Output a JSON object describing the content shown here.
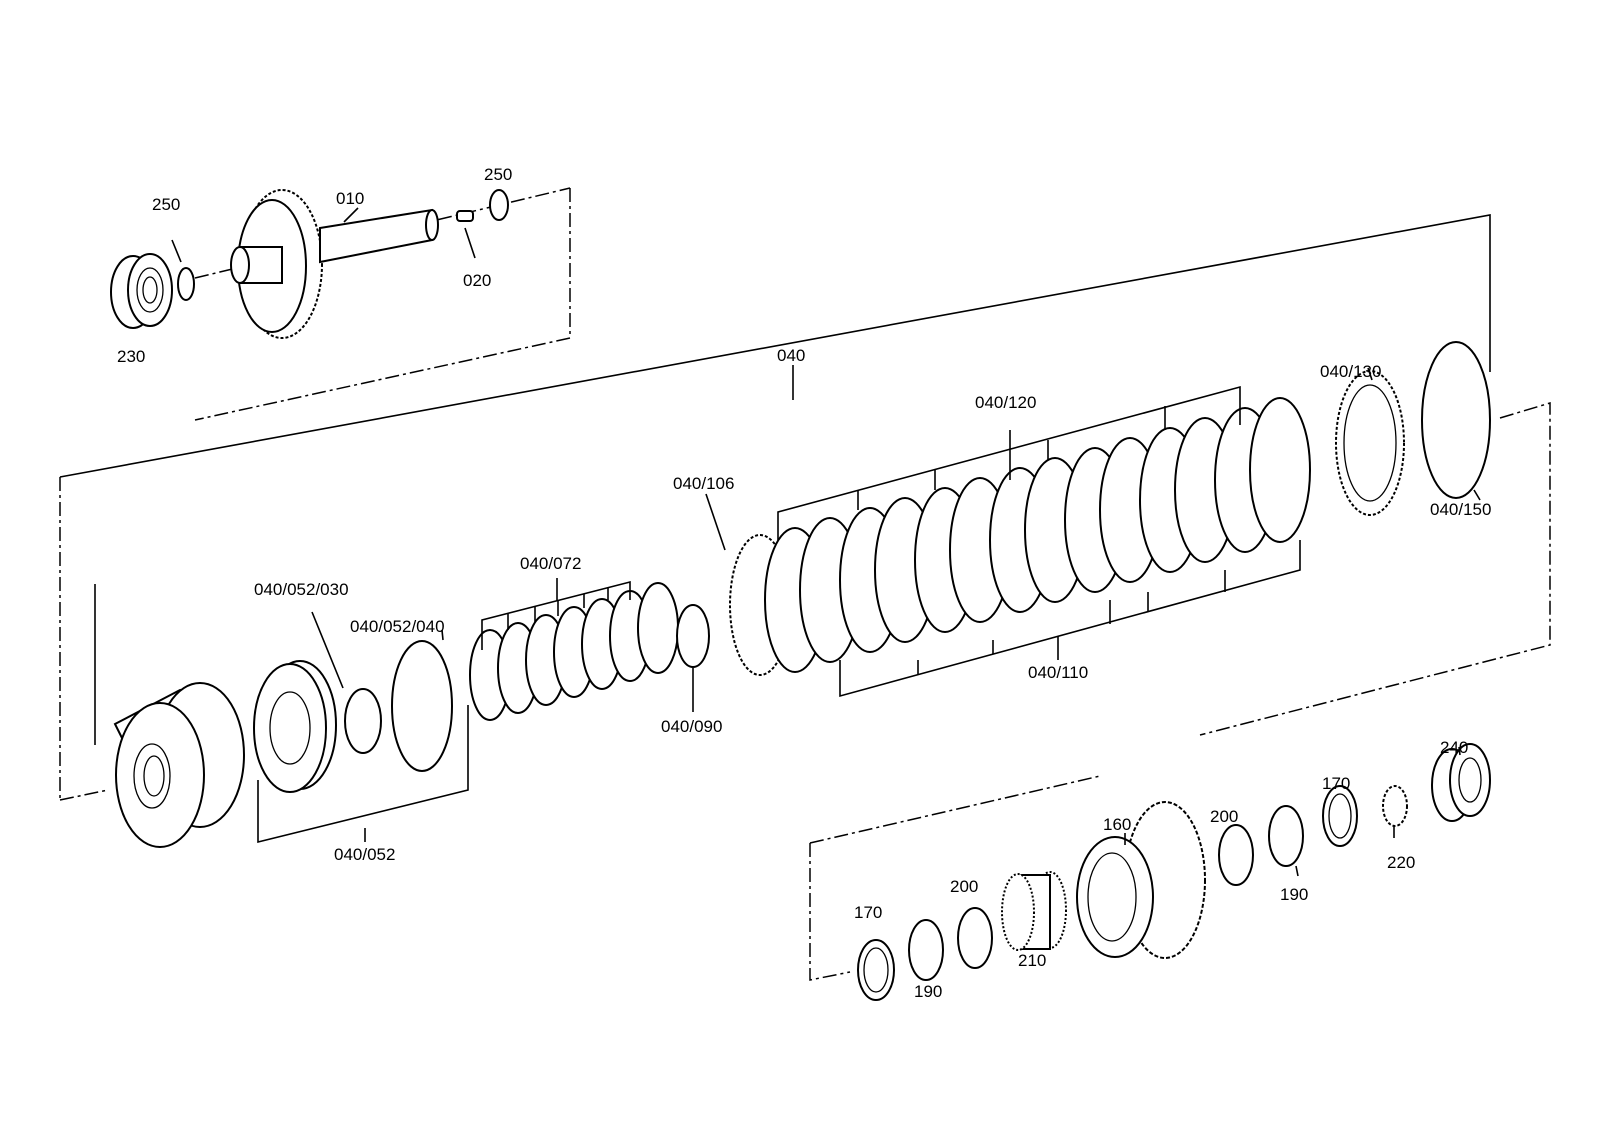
{
  "labels": {
    "p250a": "250",
    "p010": "010",
    "p250b": "250",
    "p020": "020",
    "p230": "230",
    "p040": "040",
    "p040_130": "040/130",
    "p040_120": "040/120",
    "p040_106": "040/106",
    "p040_150": "040/150",
    "p040_072": "040/072",
    "p040_052_030": "040/052/030",
    "p040_052_040": "040/052/040",
    "p040_110": "040/110",
    "p040_090": "040/090",
    "p040_052": "040/052",
    "p240": "240",
    "p170a": "170",
    "p160": "160",
    "p200a": "200",
    "p190a": "190",
    "p220": "220",
    "p200b": "200",
    "p170b": "170",
    "p210": "210",
    "p190b": "190"
  },
  "icons": [
    "bearing-icon",
    "gear-shaft-icon",
    "o-ring-icon",
    "pin-icon",
    "clutch-drum-icon",
    "piston-icon",
    "spring-icon",
    "clutch-disc-icon",
    "helical-gear-icon",
    "needle-bearing-icon",
    "washer-icon",
    "snap-ring-icon"
  ]
}
